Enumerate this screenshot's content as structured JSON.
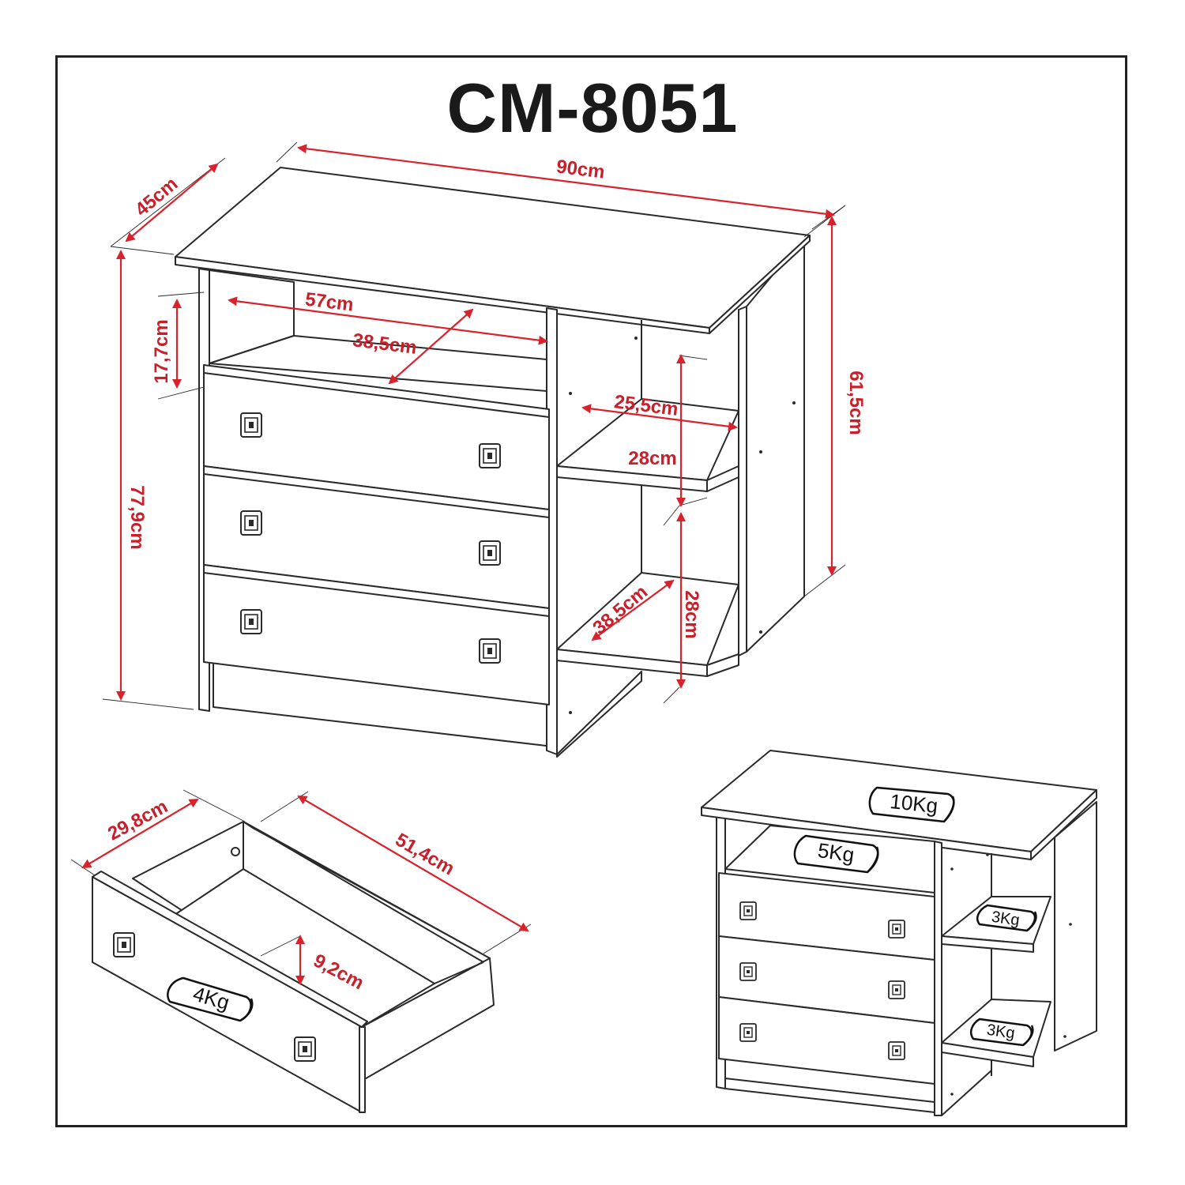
{
  "title": "CM-8051",
  "colors": {
    "dimension": "#c8202a",
    "outline": "#2a2a2a",
    "frame": "#222222"
  },
  "dimensions": {
    "total_width": "90cm",
    "total_depth": "45cm",
    "total_height": "77,9cm",
    "right_height": "61,5cm",
    "niche_height": "17,7cm",
    "niche_width": "57cm",
    "niche_depth": "38,5cm",
    "shelf_width": "25,5cm",
    "upper_space_height": "28cm",
    "lower_space_height": "28cm",
    "shelf_depth": "38,5cm",
    "drawer_width": "51,4cm",
    "drawer_depth": "29,8cm",
    "drawer_height": "9,2cm"
  },
  "weights": {
    "drawer": "4Kg",
    "top": "10Kg",
    "niche": "5Kg",
    "shelf_upper": "3Kg",
    "shelf_lower": "3Kg"
  }
}
